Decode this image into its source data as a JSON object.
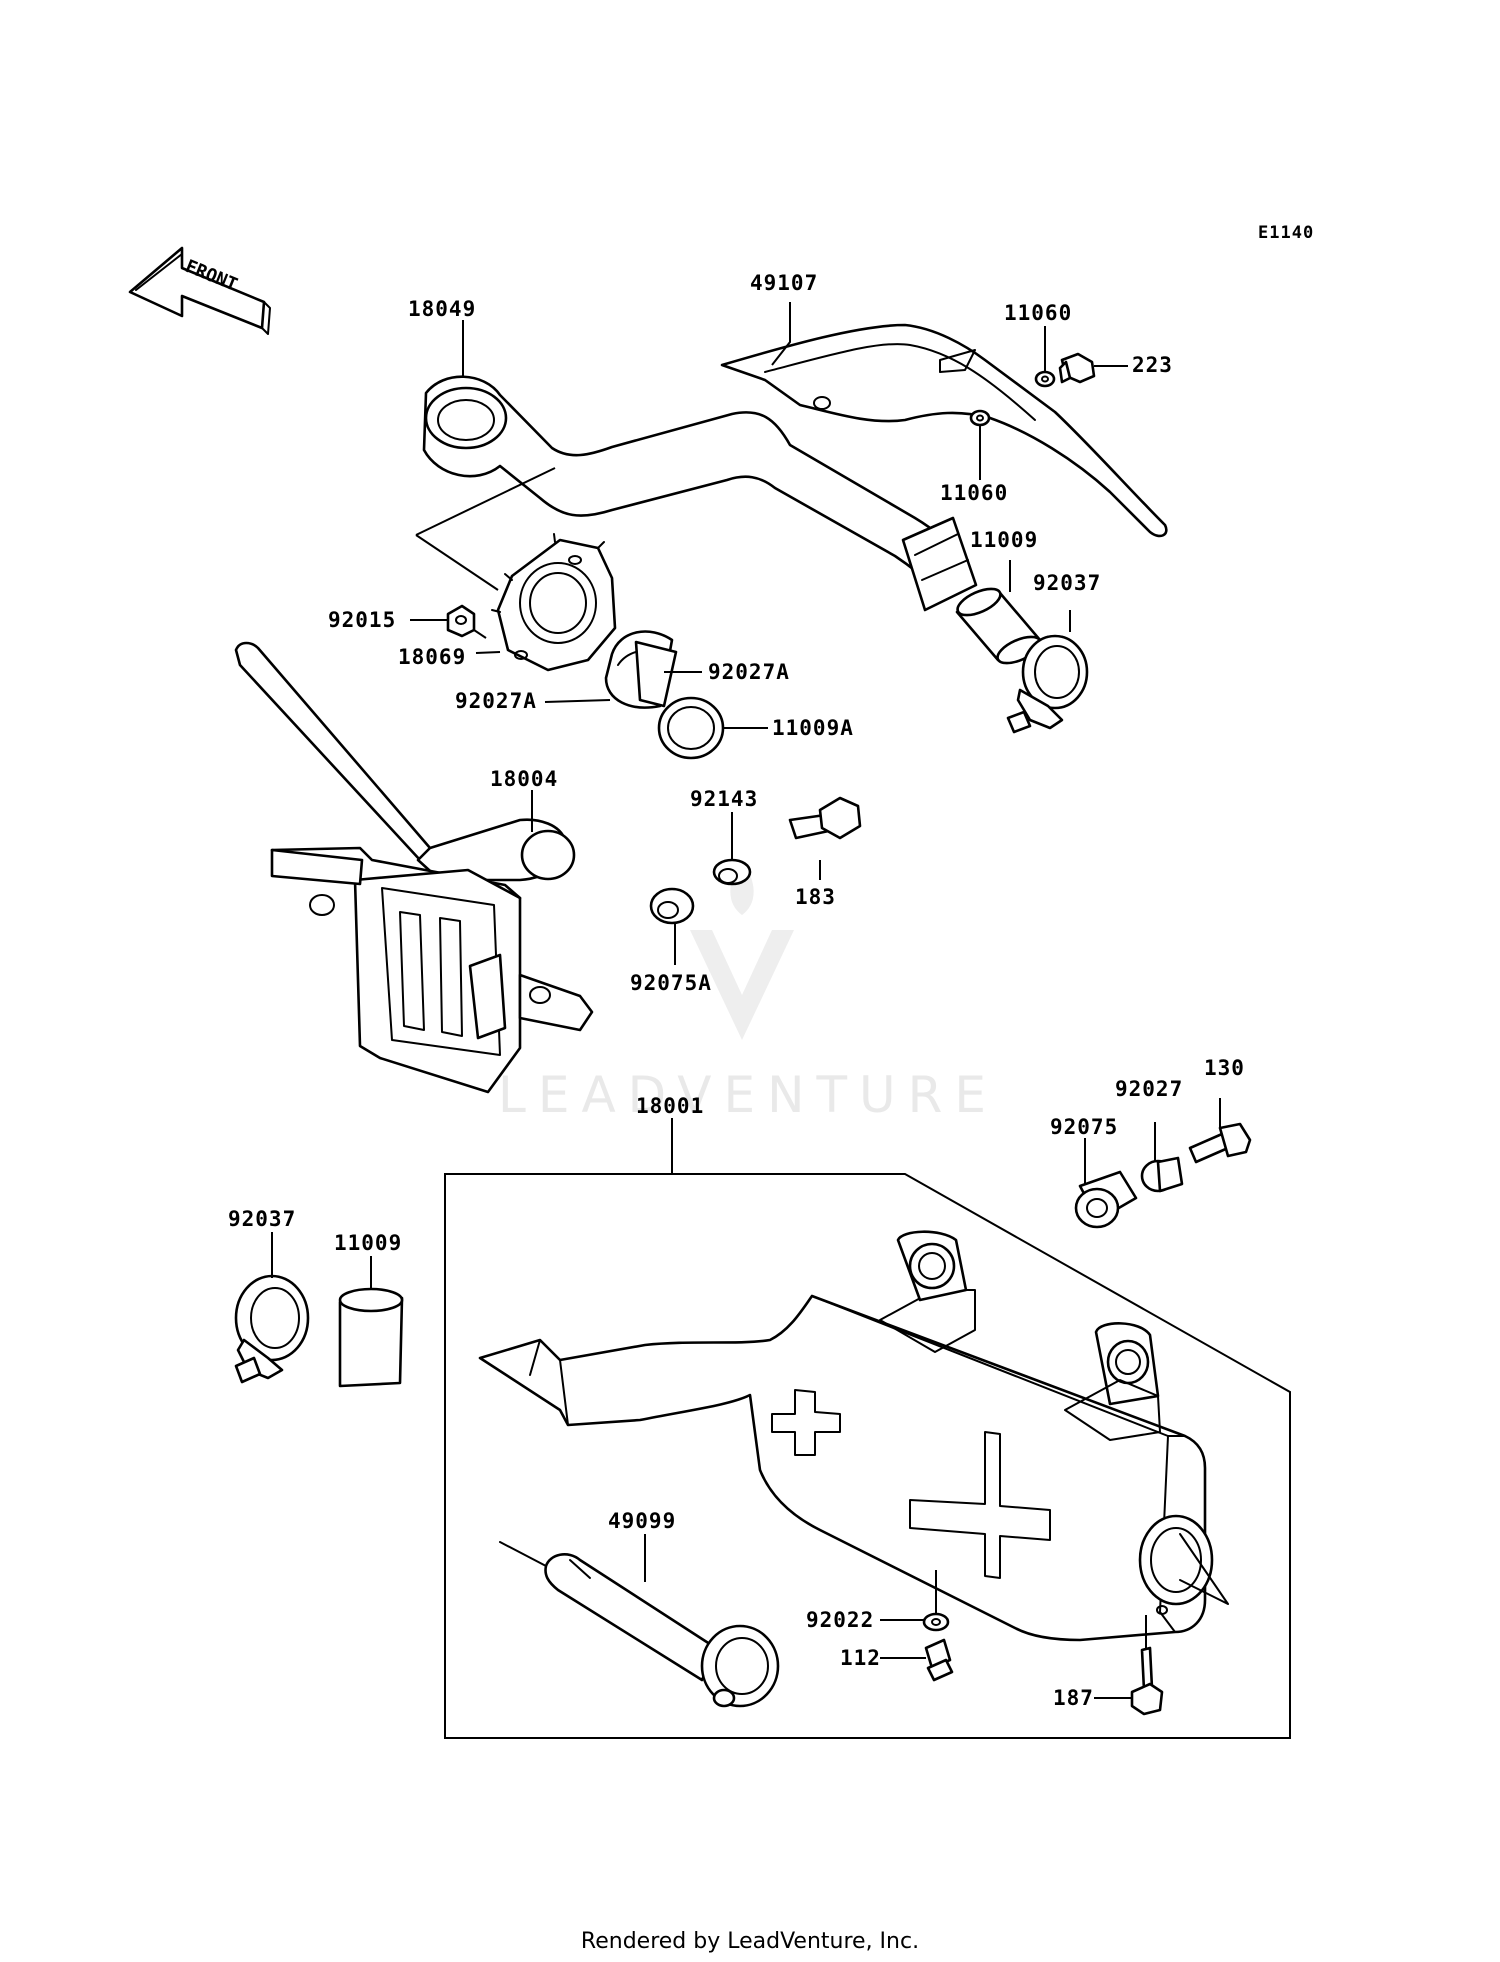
{
  "diagram_code": "E1140",
  "front_label": "FRONT",
  "watermark": "LEADVENTURE",
  "footer": "Rendered by LeadVenture, Inc.",
  "parts": {
    "p18049": "18049",
    "p49107": "49107",
    "p11060_top": "11060",
    "p223": "223",
    "p11060_mid": "11060",
    "p11009_top": "11009",
    "p92037_top": "92037",
    "p92015": "92015",
    "p18069": "18069",
    "p92027A_right": "92027A",
    "p92027A_left": "92027A",
    "p11009A": "11009A",
    "p18004": "18004",
    "p92143": "92143",
    "p183": "183",
    "p92075A": "92075A",
    "p130": "130",
    "p92027": "92027",
    "p92075": "92075",
    "p18001": "18001",
    "p92037_left": "92037",
    "p11009_left": "11009",
    "p49099": "49099",
    "p92022": "92022",
    "p112": "112",
    "p187": "187"
  }
}
